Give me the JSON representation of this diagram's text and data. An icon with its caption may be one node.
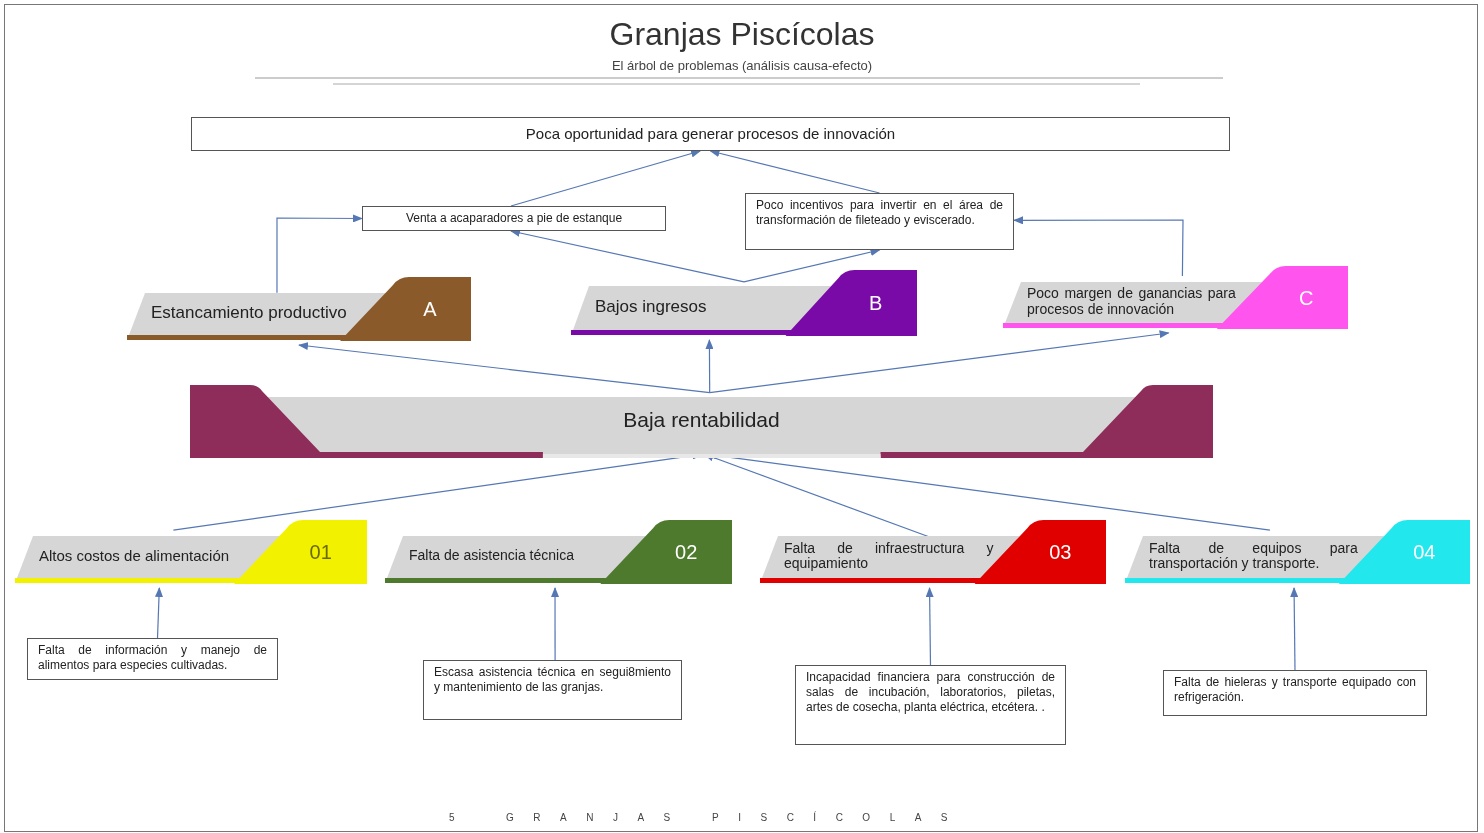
{
  "diagram": {
    "title": "Granjas Piscícolas",
    "nodes": [
      {
        "text": [
          "Poca oportunidad para generar procesos de innovación"
        ]
      },
      {
        "text": [
          "Venta a acaparadores a pie de estanque"
        ]
      },
      {
        "text": [
          "Poco incentivos para invertir en el área de transformación de fileteado y eviscerado."
        ]
      },
      {
        "text": [
          "Estancamiento productivo",
          "A"
        ]
      },
      {
        "text": [
          "Bajos ingresos",
          "B"
        ]
      },
      {
        "text": [
          "Poco margen de ganancias para procesos de innovación",
          "C"
        ]
      },
      {
        "text": [
          "Baja rentabilidad"
        ]
      },
      {
        "text": [
          "Altos costos de alimentación",
          "01"
        ]
      },
      {
        "text": [
          "Falta de asistencia técnica",
          "02"
        ]
      },
      {
        "text": [
          "Falta de infraestructura y equipamiento",
          "03"
        ]
      },
      {
        "text": [
          "Falta de equipos para transportación y transporte.",
          "04"
        ]
      },
      {
        "text": [
          "Falta de información y manejo de alimentos para especies cultivadas."
        ]
      },
      {
        "text": [
          "Escasa asistencia técnica en segui8miento y mantenimiento de las granjas."
        ]
      },
      {
        "text": [
          "Incapacidad financiera para construcción de salas de incubación, laboratorios, piletas, artes de cosecha, planta eléctrica, etcétera. ."
        ]
      },
      {
        "text": [
          "Falta de hieleras y transporte equipado con refrigeración."
        ]
      }
    ],
    "edges": [
      {
        "from": 1,
        "to": 0,
        "arrow": "to"
      },
      {
        "from": 2,
        "to": 0,
        "arrow": "to"
      },
      {
        "from": 3,
        "to": 1,
        "arrow": "to"
      },
      {
        "from": 4,
        "to": 1,
        "arrow": "to"
      },
      {
        "from": 4,
        "to": 2,
        "arrow": "to"
      },
      {
        "from": 5,
        "to": 2,
        "arrow": "to"
      },
      {
        "from": 6,
        "to": 3,
        "arrow": "to"
      },
      {
        "from": 6,
        "to": 4,
        "arrow": "to"
      },
      {
        "from": 6,
        "to": 5,
        "arrow": "to"
      },
      {
        "from": 7,
        "to": 6,
        "arrow": "to"
      },
      {
        "from": 9,
        "to": 6,
        "arrow": "to"
      },
      {
        "from": 10,
        "to": 6,
        "arrow": "to"
      },
      {
        "from": 11,
        "to": 7,
        "arrow": "to"
      },
      {
        "from": 12,
        "to": 8,
        "arrow": "to"
      },
      {
        "from": 13,
        "to": 9,
        "arrow": "to"
      },
      {
        "from": 14,
        "to": 10,
        "arrow": "to"
      }
    ],
    "labels": [
      "El árbol de problemas (análisis causa-efecto)",
      "5",
      "GRANJAS PISCÍCOLAS"
    ]
  }
}
